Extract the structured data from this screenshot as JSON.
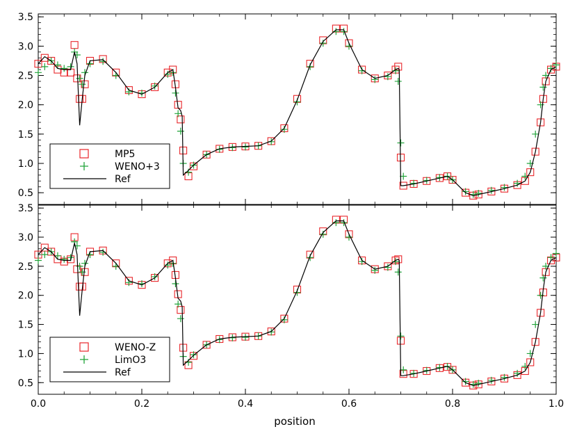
{
  "colors": {
    "mp5": "#e8262a",
    "weno": "#21a33a",
    "ref": "#000000",
    "axis": "#000000"
  },
  "xlabel": "position",
  "chart_data": [
    {
      "type": "line",
      "title": "",
      "xlabel": "",
      "ylabel": "",
      "xlim": [
        0.0,
        1.0
      ],
      "ylim": [
        0.3,
        3.55
      ],
      "xticks": [
        "0.0",
        "0.2",
        "0.4",
        "0.6",
        "0.8",
        "1.0"
      ],
      "yticks": [
        "0.5",
        "1.0",
        "1.5",
        "2.0",
        "2.5",
        "3.0",
        "3.5"
      ],
      "legend_position": "bottom-left",
      "legend": [
        "MP5",
        "WENO+3",
        "Ref"
      ],
      "series": [
        {
          "name": "MP5",
          "marker": "square",
          "color": "#e8262a",
          "x": [
            0.0,
            0.0125,
            0.025,
            0.0375,
            0.05,
            0.0625,
            0.07,
            0.075,
            0.08,
            0.085,
            0.09,
            0.1,
            0.125,
            0.15,
            0.175,
            0.2,
            0.225,
            0.25,
            0.26,
            0.265,
            0.27,
            0.275,
            0.28,
            0.29,
            0.3,
            0.325,
            0.35,
            0.375,
            0.4,
            0.425,
            0.45,
            0.475,
            0.5,
            0.525,
            0.55,
            0.575,
            0.59,
            0.6,
            0.625,
            0.65,
            0.675,
            0.69,
            0.695,
            0.7,
            0.705,
            0.725,
            0.75,
            0.775,
            0.79,
            0.8,
            0.825,
            0.84,
            0.85,
            0.875,
            0.9,
            0.925,
            0.94,
            0.95,
            0.96,
            0.97,
            0.975,
            0.98,
            0.99,
            1.0
          ],
          "y": [
            2.7,
            2.8,
            2.75,
            2.6,
            2.55,
            2.55,
            3.02,
            2.45,
            2.1,
            2.1,
            2.35,
            2.75,
            2.78,
            2.55,
            2.25,
            2.18,
            2.3,
            2.55,
            2.6,
            2.35,
            2.0,
            1.75,
            1.22,
            0.78,
            0.95,
            1.15,
            1.25,
            1.28,
            1.29,
            1.3,
            1.38,
            1.6,
            2.1,
            2.7,
            3.1,
            3.3,
            3.3,
            3.05,
            2.6,
            2.45,
            2.5,
            2.6,
            2.65,
            1.1,
            0.62,
            0.65,
            0.7,
            0.75,
            0.78,
            0.72,
            0.5,
            0.45,
            0.47,
            0.52,
            0.57,
            0.63,
            0.7,
            0.85,
            1.2,
            1.7,
            2.1,
            2.4,
            2.6,
            2.65
          ]
        },
        {
          "name": "WENO+3",
          "marker": "plus",
          "color": "#21a33a",
          "x": [
            0.0,
            0.0125,
            0.025,
            0.0375,
            0.05,
            0.0625,
            0.07,
            0.075,
            0.08,
            0.085,
            0.09,
            0.1,
            0.125,
            0.15,
            0.175,
            0.2,
            0.225,
            0.25,
            0.26,
            0.265,
            0.27,
            0.275,
            0.28,
            0.29,
            0.3,
            0.325,
            0.35,
            0.375,
            0.4,
            0.425,
            0.45,
            0.475,
            0.5,
            0.525,
            0.55,
            0.575,
            0.59,
            0.6,
            0.625,
            0.65,
            0.675,
            0.69,
            0.695,
            0.7,
            0.705,
            0.725,
            0.75,
            0.775,
            0.79,
            0.8,
            0.825,
            0.84,
            0.85,
            0.875,
            0.9,
            0.925,
            0.94,
            0.95,
            0.96,
            0.97,
            0.975,
            0.98,
            0.99,
            1.0
          ],
          "y": [
            2.55,
            2.65,
            2.75,
            2.68,
            2.62,
            2.65,
            2.9,
            2.85,
            2.45,
            2.35,
            2.55,
            2.7,
            2.74,
            2.5,
            2.22,
            2.2,
            2.32,
            2.52,
            2.55,
            2.2,
            1.85,
            1.55,
            1.0,
            0.85,
            0.97,
            1.15,
            1.24,
            1.27,
            1.28,
            1.3,
            1.37,
            1.58,
            2.05,
            2.65,
            3.05,
            3.25,
            3.25,
            3.0,
            2.58,
            2.43,
            2.48,
            2.58,
            2.4,
            1.35,
            0.78,
            0.66,
            0.71,
            0.76,
            0.78,
            0.72,
            0.52,
            0.47,
            0.49,
            0.54,
            0.59,
            0.66,
            0.78,
            1.0,
            1.5,
            2.0,
            2.3,
            2.5,
            2.62,
            2.68
          ]
        },
        {
          "name": "Ref",
          "marker": "none",
          "color": "#000000",
          "x": [
            0.0,
            0.0125,
            0.025,
            0.0375,
            0.05,
            0.0625,
            0.07,
            0.075,
            0.08,
            0.085,
            0.09,
            0.1,
            0.125,
            0.15,
            0.175,
            0.2,
            0.225,
            0.25,
            0.26,
            0.265,
            0.27,
            0.275,
            0.278,
            0.28,
            0.29,
            0.3,
            0.325,
            0.35,
            0.375,
            0.4,
            0.425,
            0.45,
            0.475,
            0.5,
            0.525,
            0.55,
            0.575,
            0.59,
            0.6,
            0.625,
            0.65,
            0.675,
            0.69,
            0.695,
            0.697,
            0.7,
            0.705,
            0.725,
            0.75,
            0.775,
            0.79,
            0.8,
            0.825,
            0.84,
            0.85,
            0.875,
            0.9,
            0.925,
            0.94,
            0.95,
            0.96,
            0.97,
            0.975,
            0.98,
            0.99,
            1.0
          ],
          "y": [
            2.7,
            2.82,
            2.75,
            2.62,
            2.6,
            2.6,
            2.9,
            2.7,
            1.65,
            2.1,
            2.5,
            2.75,
            2.77,
            2.55,
            2.25,
            2.18,
            2.3,
            2.55,
            2.6,
            2.3,
            1.95,
            1.9,
            1.8,
            0.8,
            0.88,
            0.97,
            1.15,
            1.25,
            1.28,
            1.29,
            1.3,
            1.38,
            1.6,
            2.08,
            2.68,
            3.08,
            3.28,
            3.28,
            3.05,
            2.6,
            2.45,
            2.5,
            2.6,
            2.62,
            2.6,
            0.62,
            0.62,
            0.65,
            0.7,
            0.75,
            0.78,
            0.72,
            0.5,
            0.45,
            0.47,
            0.52,
            0.57,
            0.63,
            0.7,
            0.85,
            1.2,
            1.7,
            2.1,
            2.4,
            2.6,
            2.65
          ]
        }
      ]
    },
    {
      "type": "line",
      "title": "",
      "xlabel": "position",
      "ylabel": "",
      "xlim": [
        0.0,
        1.0
      ],
      "ylim": [
        0.3,
        3.55
      ],
      "xticks": [
        "0.0",
        "0.2",
        "0.4",
        "0.6",
        "0.8",
        "1.0"
      ],
      "yticks": [
        "0.5",
        "1.0",
        "1.5",
        "2.0",
        "2.5",
        "3.0",
        "3.5"
      ],
      "legend_position": "bottom-left",
      "legend": [
        "WENO-Z",
        "LimO3",
        "Ref"
      ],
      "series": [
        {
          "name": "WENO-Z",
          "marker": "square",
          "color": "#e8262a",
          "x": [
            0.0,
            0.0125,
            0.025,
            0.0375,
            0.05,
            0.0625,
            0.07,
            0.075,
            0.08,
            0.085,
            0.09,
            0.1,
            0.125,
            0.15,
            0.175,
            0.2,
            0.225,
            0.25,
            0.26,
            0.265,
            0.27,
            0.275,
            0.28,
            0.29,
            0.3,
            0.325,
            0.35,
            0.375,
            0.4,
            0.425,
            0.45,
            0.475,
            0.5,
            0.525,
            0.55,
            0.575,
            0.59,
            0.6,
            0.625,
            0.65,
            0.675,
            0.69,
            0.695,
            0.7,
            0.705,
            0.725,
            0.75,
            0.775,
            0.79,
            0.8,
            0.825,
            0.84,
            0.85,
            0.875,
            0.9,
            0.925,
            0.94,
            0.95,
            0.96,
            0.97,
            0.975,
            0.98,
            0.99,
            1.0
          ],
          "y": [
            2.7,
            2.82,
            2.75,
            2.62,
            2.58,
            2.62,
            3.0,
            2.45,
            2.15,
            2.15,
            2.4,
            2.75,
            2.77,
            2.55,
            2.25,
            2.18,
            2.3,
            2.55,
            2.6,
            2.35,
            2.02,
            1.75,
            1.1,
            0.8,
            0.96,
            1.15,
            1.25,
            1.28,
            1.29,
            1.3,
            1.38,
            1.6,
            2.1,
            2.7,
            3.1,
            3.3,
            3.3,
            3.05,
            2.6,
            2.45,
            2.5,
            2.6,
            2.62,
            1.22,
            0.65,
            0.65,
            0.7,
            0.75,
            0.77,
            0.72,
            0.5,
            0.45,
            0.47,
            0.52,
            0.57,
            0.63,
            0.7,
            0.85,
            1.2,
            1.7,
            2.05,
            2.4,
            2.6,
            2.65
          ]
        },
        {
          "name": "LimO3",
          "marker": "plus",
          "color": "#21a33a",
          "x": [
            0.0,
            0.0125,
            0.025,
            0.0375,
            0.05,
            0.0625,
            0.07,
            0.075,
            0.08,
            0.085,
            0.09,
            0.1,
            0.125,
            0.15,
            0.175,
            0.2,
            0.225,
            0.25,
            0.26,
            0.265,
            0.27,
            0.275,
            0.28,
            0.29,
            0.3,
            0.325,
            0.35,
            0.375,
            0.4,
            0.425,
            0.45,
            0.475,
            0.5,
            0.525,
            0.55,
            0.575,
            0.59,
            0.6,
            0.625,
            0.65,
            0.675,
            0.69,
            0.695,
            0.7,
            0.705,
            0.725,
            0.75,
            0.775,
            0.79,
            0.8,
            0.825,
            0.84,
            0.85,
            0.875,
            0.9,
            0.925,
            0.94,
            0.95,
            0.96,
            0.97,
            0.975,
            0.98,
            0.99,
            1.0
          ],
          "y": [
            2.6,
            2.7,
            2.75,
            2.68,
            2.62,
            2.65,
            2.92,
            2.85,
            2.5,
            2.4,
            2.55,
            2.7,
            2.74,
            2.5,
            2.22,
            2.2,
            2.32,
            2.52,
            2.55,
            2.2,
            1.85,
            1.6,
            0.95,
            0.85,
            0.98,
            1.15,
            1.24,
            1.27,
            1.28,
            1.3,
            1.37,
            1.58,
            2.05,
            2.65,
            3.05,
            3.25,
            3.25,
            3.0,
            2.58,
            2.43,
            2.48,
            2.58,
            2.4,
            1.3,
            0.72,
            0.66,
            0.71,
            0.76,
            0.78,
            0.72,
            0.52,
            0.47,
            0.49,
            0.54,
            0.59,
            0.66,
            0.78,
            1.0,
            1.5,
            2.0,
            2.3,
            2.5,
            2.65,
            2.72
          ]
        },
        {
          "name": "Ref",
          "marker": "none",
          "color": "#000000",
          "x": [
            0.0,
            0.0125,
            0.025,
            0.0375,
            0.05,
            0.0625,
            0.07,
            0.075,
            0.08,
            0.085,
            0.09,
            0.1,
            0.125,
            0.15,
            0.175,
            0.2,
            0.225,
            0.25,
            0.26,
            0.265,
            0.27,
            0.275,
            0.278,
            0.28,
            0.29,
            0.3,
            0.325,
            0.35,
            0.375,
            0.4,
            0.425,
            0.45,
            0.475,
            0.5,
            0.525,
            0.55,
            0.575,
            0.59,
            0.6,
            0.625,
            0.65,
            0.675,
            0.69,
            0.695,
            0.697,
            0.7,
            0.705,
            0.725,
            0.75,
            0.775,
            0.79,
            0.8,
            0.825,
            0.84,
            0.85,
            0.875,
            0.9,
            0.925,
            0.94,
            0.95,
            0.96,
            0.97,
            0.975,
            0.98,
            0.99,
            1.0
          ],
          "y": [
            2.7,
            2.82,
            2.75,
            2.62,
            2.6,
            2.6,
            2.9,
            2.7,
            1.65,
            2.1,
            2.5,
            2.75,
            2.77,
            2.55,
            2.25,
            2.18,
            2.3,
            2.55,
            2.6,
            2.3,
            1.95,
            1.9,
            1.8,
            0.8,
            0.88,
            0.97,
            1.15,
            1.25,
            1.28,
            1.29,
            1.3,
            1.38,
            1.6,
            2.08,
            2.68,
            3.08,
            3.28,
            3.28,
            3.05,
            2.6,
            2.45,
            2.5,
            2.6,
            2.62,
            2.6,
            0.62,
            0.62,
            0.65,
            0.7,
            0.75,
            0.78,
            0.72,
            0.5,
            0.45,
            0.47,
            0.52,
            0.57,
            0.63,
            0.7,
            0.85,
            1.2,
            1.7,
            2.1,
            2.4,
            2.6,
            2.65
          ]
        }
      ]
    }
  ]
}
